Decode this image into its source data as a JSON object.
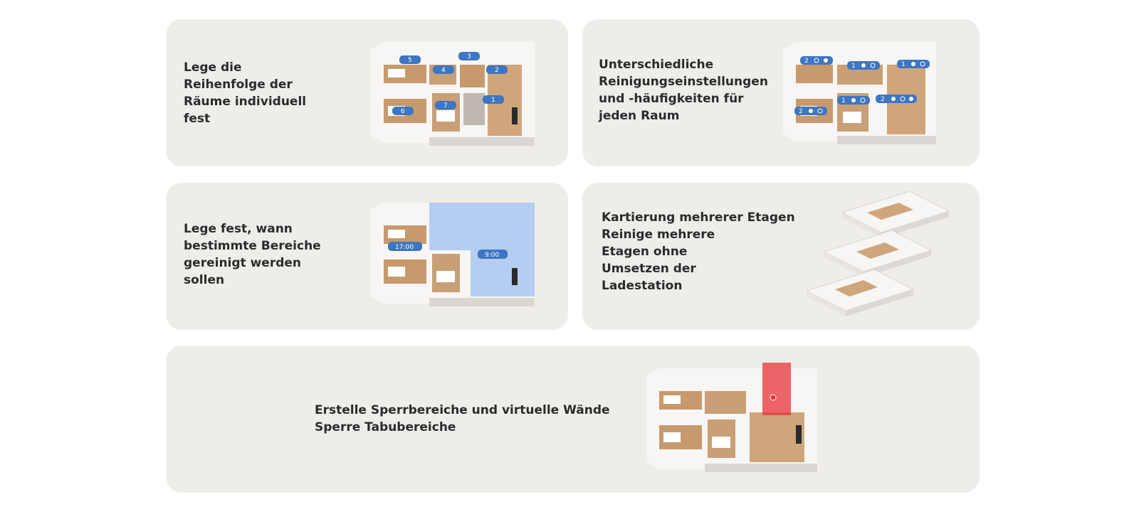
{
  "cards": [
    {
      "id": "room-order",
      "lines": [
        "Lege die",
        "Reihenfolge der",
        "Räume individuell",
        "fest"
      ],
      "room_labels": [
        "5",
        "3",
        "4",
        "2",
        "6",
        "7",
        "1"
      ]
    },
    {
      "id": "room-settings",
      "lines": [
        "Unterschiedliche",
        "Reinigungseinstellungen",
        "und -häufigkeiten für",
        "jeden Raum"
      ],
      "room_labels": [
        "2",
        "1",
        "1",
        "1",
        "2",
        "2"
      ]
    },
    {
      "id": "schedule",
      "lines": [
        "Lege fest, wann",
        "bestimmte Bereiche",
        "gereinigt werden",
        "sollen"
      ],
      "time_labels": [
        "17:00",
        "9:00"
      ]
    },
    {
      "id": "multi-floor",
      "lines": [
        "Kartierung mehrerer Etagen",
        "Reinige mehrere",
        "Etagen ohne",
        "Umsetzen der",
        "Ladestation"
      ]
    },
    {
      "id": "no-go-zones",
      "lines": [
        "Erstelle Sperrbereiche und virtuelle Wände",
        "Sperre Tabubereiche"
      ]
    }
  ],
  "colors": {
    "card_bg": "#efedea",
    "text": "#2b2b2b",
    "badge": "#3d76c2",
    "floor": "#c79a6e",
    "wall": "#f7f6f4",
    "zone_blue": "#a9c6ef",
    "no_go_red": "#e8333a"
  },
  "icons": [
    "floor-plan-illustration",
    "suction-icon",
    "water-drop-icon",
    "no-go-zone-icon"
  ]
}
